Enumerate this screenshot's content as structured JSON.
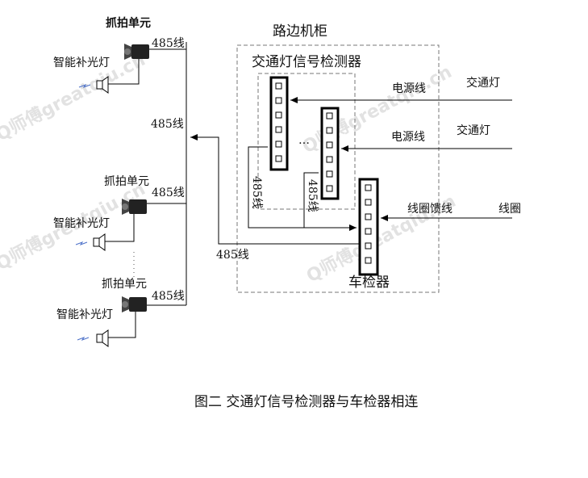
{
  "cabinet_title": "路边机柜",
  "detector_title": "交通灯信号检测器",
  "vehicle_detector_label": "车检器",
  "capture_unit_top": "抓拍单元",
  "capture_unit_mid": "抓拍单元",
  "capture_unit_bot": "抓拍单元",
  "fill_light_top": "智能补光灯",
  "fill_light_mid": "智能补光灯",
  "fill_light_bot": "智能补光灯",
  "rs485_cam_top": "485线",
  "rs485_cam_mid": "485线",
  "rs485_cam_bot": "485线",
  "rs485_bus_upper": "485线",
  "rs485_bus_lower": "485线",
  "rs485_vertical_left": "485线",
  "rs485_vertical_right": "485线",
  "power_line_1": "电源线",
  "power_line_2": "电源线",
  "traffic_light_1": "交通灯",
  "traffic_light_2": "交通灯",
  "coil_feeder": "线圈馈线",
  "coil": "线圈",
  "ellipsis": "…",
  "caption": "图二 交通灯信号检测器与车检器相连",
  "watermarks": [
    "Q师傅greatqiu.cn",
    "Q师傅greatqiu.cn",
    "Q师傅greatqiu.cn",
    "Q师傅greatqiu.cn"
  ],
  "colors": {
    "line": "#000000",
    "dashed_box": "#777777",
    "watermark": "#d9d9d9",
    "camera_body": "#222222"
  },
  "icons": [
    "camera-icon",
    "speaker-icon",
    "arrow-icon"
  ]
}
